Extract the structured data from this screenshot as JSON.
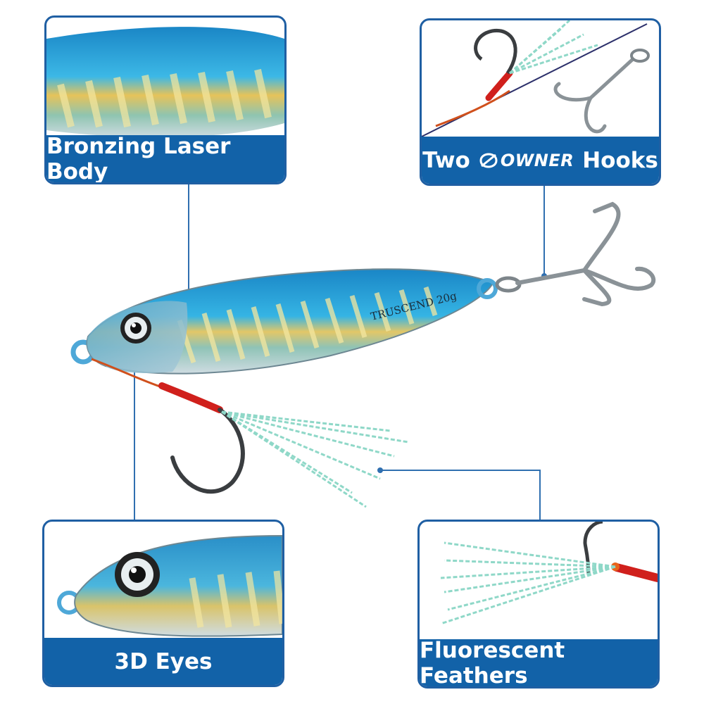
{
  "callouts": {
    "top_left": {
      "label": "Bronzing Laser Body"
    },
    "top_right": {
      "label_before": "Two",
      "brand": "OWNER",
      "label_after": "Hooks"
    },
    "bottom_left": {
      "label": "3D Eyes"
    },
    "bottom_right": {
      "label": "Fluorescent Feathers"
    }
  },
  "lure": {
    "engraving": "TRUSCEND 20g"
  },
  "colors": {
    "accent_blue": "#1262a8",
    "border_blue": "#1f5fa3",
    "leader_line": "#2f6fb0",
    "lure_blue": "#2a9fd6",
    "lure_belly": "#c8d6dc",
    "feather": "#8fd8c8",
    "thread_red": "#d0201c"
  }
}
